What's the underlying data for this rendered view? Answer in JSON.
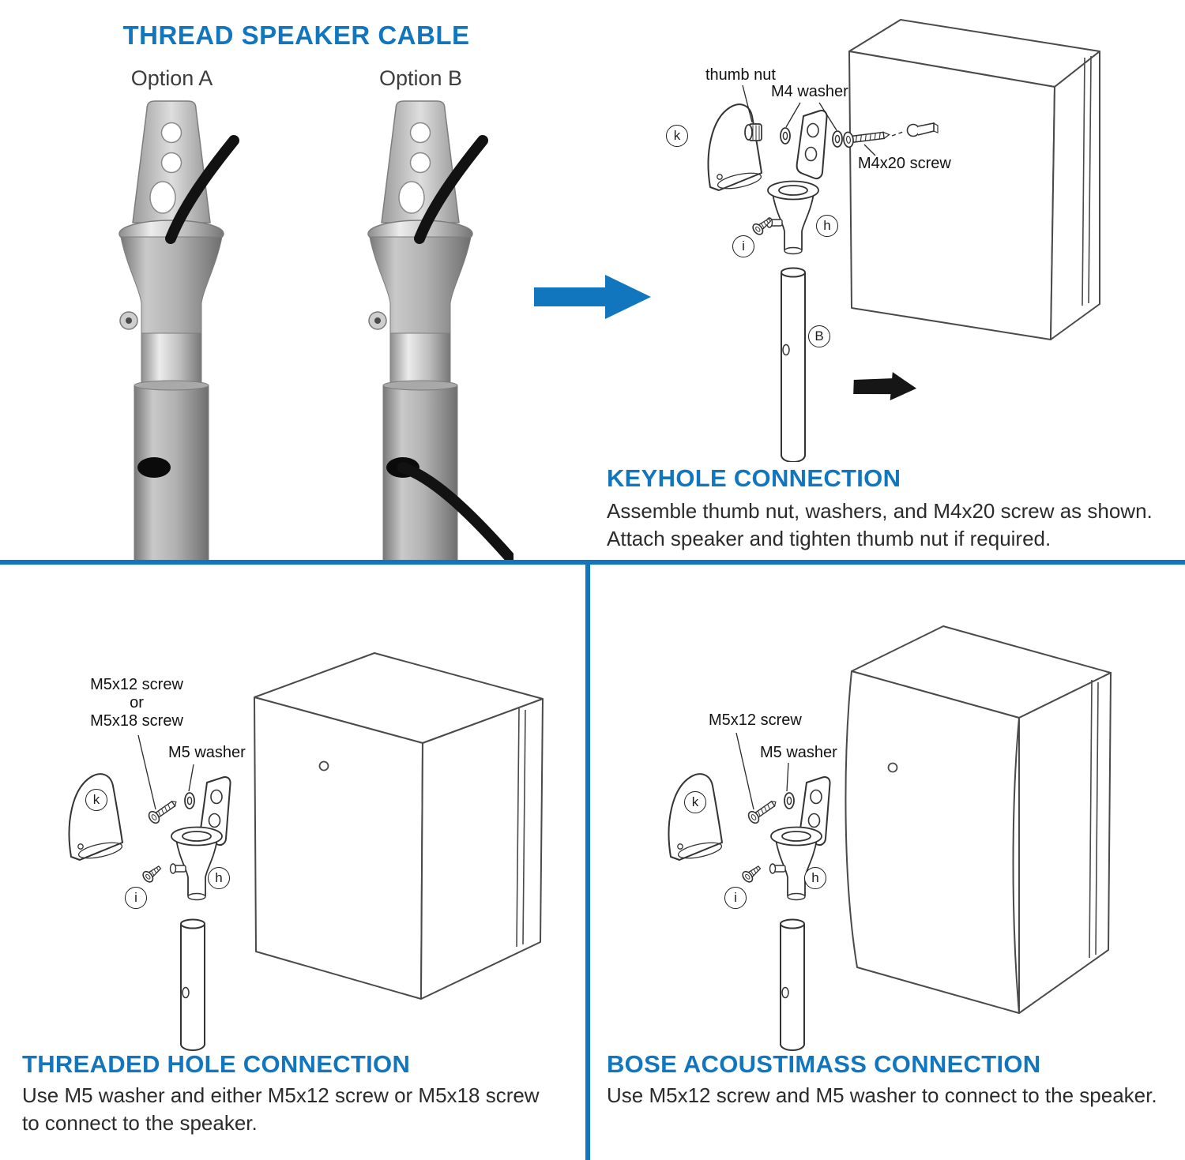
{
  "colors": {
    "accent_blue": "#1176bd",
    "body_text": "#2b2b2b",
    "line_art": "#333333"
  },
  "thread_cable": {
    "title": "THREAD SPEAKER CABLE",
    "options": [
      {
        "label": "Option A"
      },
      {
        "label": "Option B"
      }
    ]
  },
  "keyhole": {
    "title": "KEYHOLE CONNECTION",
    "description": [
      "Assemble thumb nut, washers, and M4x20 screw as shown.",
      "Attach speaker and tighten thumb nut if required."
    ],
    "labels": {
      "thumb_nut": "thumb nut",
      "m4_washer": "M4 washer",
      "m4x20_screw": "M4x20 screw"
    },
    "callouts": {
      "k": "k",
      "h": "h",
      "i": "i",
      "b": "B"
    }
  },
  "threaded_hole": {
    "title": "THREADED HOLE CONNECTION",
    "description": [
      "Use M5 washer and either M5x12 screw or M5x18 screw",
      "to connect to the speaker."
    ],
    "labels": {
      "screw_option_1": "M5x12 screw",
      "conjunction": "or",
      "screw_option_2": "M5x18 screw",
      "washer": "M5 washer"
    },
    "callouts": {
      "k": "k",
      "h": "h",
      "i": "i"
    }
  },
  "bose": {
    "title": "BOSE ACOUSTIMASS CONNECTION",
    "description": [
      "Use M5x12 screw and M5 washer to connect to the speaker."
    ],
    "labels": {
      "screw": "M5x12 screw",
      "washer": "M5 washer"
    },
    "callouts": {
      "k": "k",
      "h": "h",
      "i": "i"
    }
  }
}
